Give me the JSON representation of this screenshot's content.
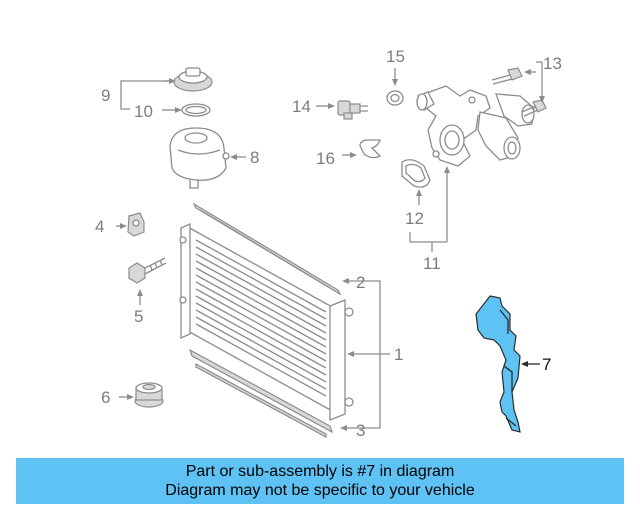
{
  "callouts": {
    "c1": "1",
    "c2": "2",
    "c3": "3",
    "c4": "4",
    "c5": "5",
    "c6": "6",
    "c7": "7",
    "c8": "8",
    "c9": "9",
    "c10": "10",
    "c11": "11",
    "c12": "12",
    "c13": "13",
    "c14": "14",
    "c15": "15",
    "c16": "16"
  },
  "highlight_color": "#5ec3f4",
  "banner": {
    "line1": "Part or sub-assembly is #7 in diagram",
    "line2": "Diagram may not be specific to your vehicle"
  }
}
